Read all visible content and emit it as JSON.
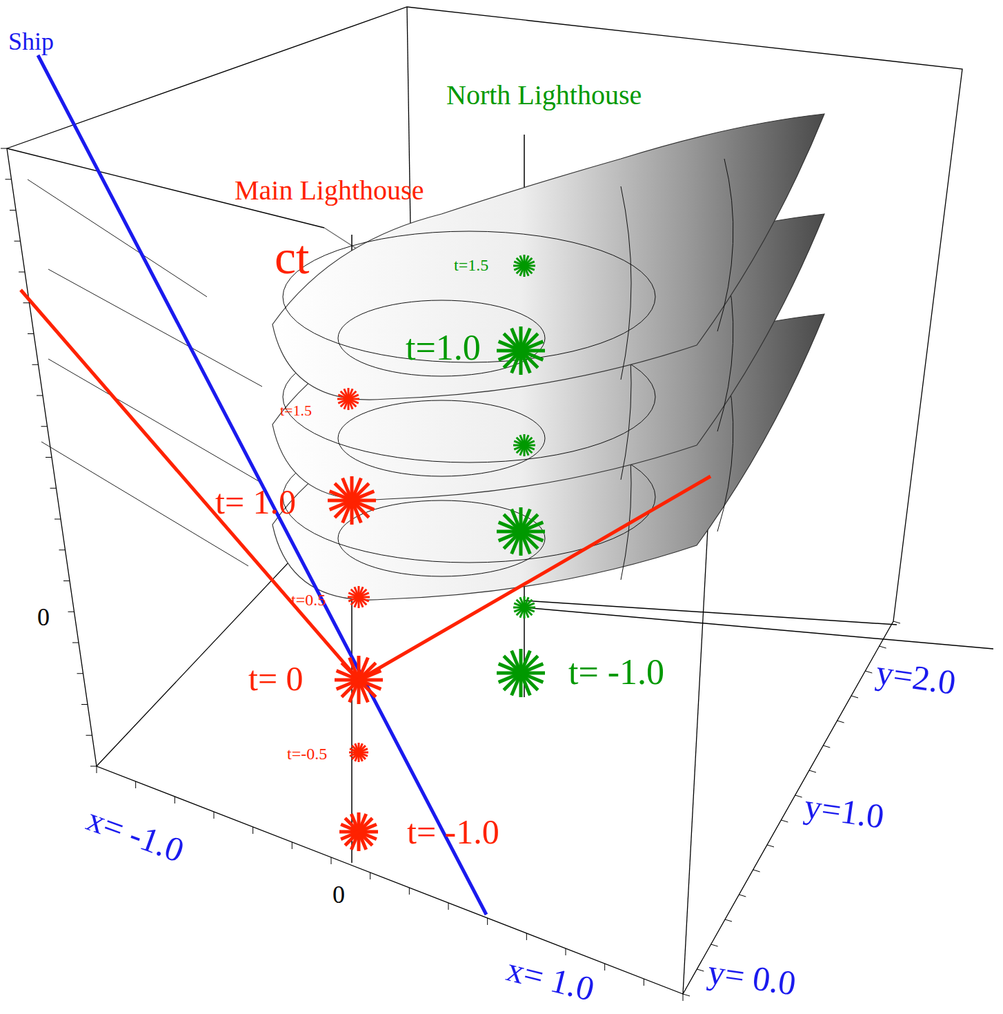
{
  "diagram": {
    "labels": [
      "Ship",
      "North Lighthouse",
      "Main Lighthouse",
      "ct",
      "t=1.5",
      "t=1.0",
      "t= -1.0",
      "t=1.5",
      "t= 1.0",
      "t=0.5",
      "t= 0",
      "t=-0.5",
      "t= -1.0",
      "0",
      "0",
      "x= -1.0",
      "x= 1.0",
      "y=2.0",
      "y=1.0",
      "y= 0.0"
    ]
  }
}
